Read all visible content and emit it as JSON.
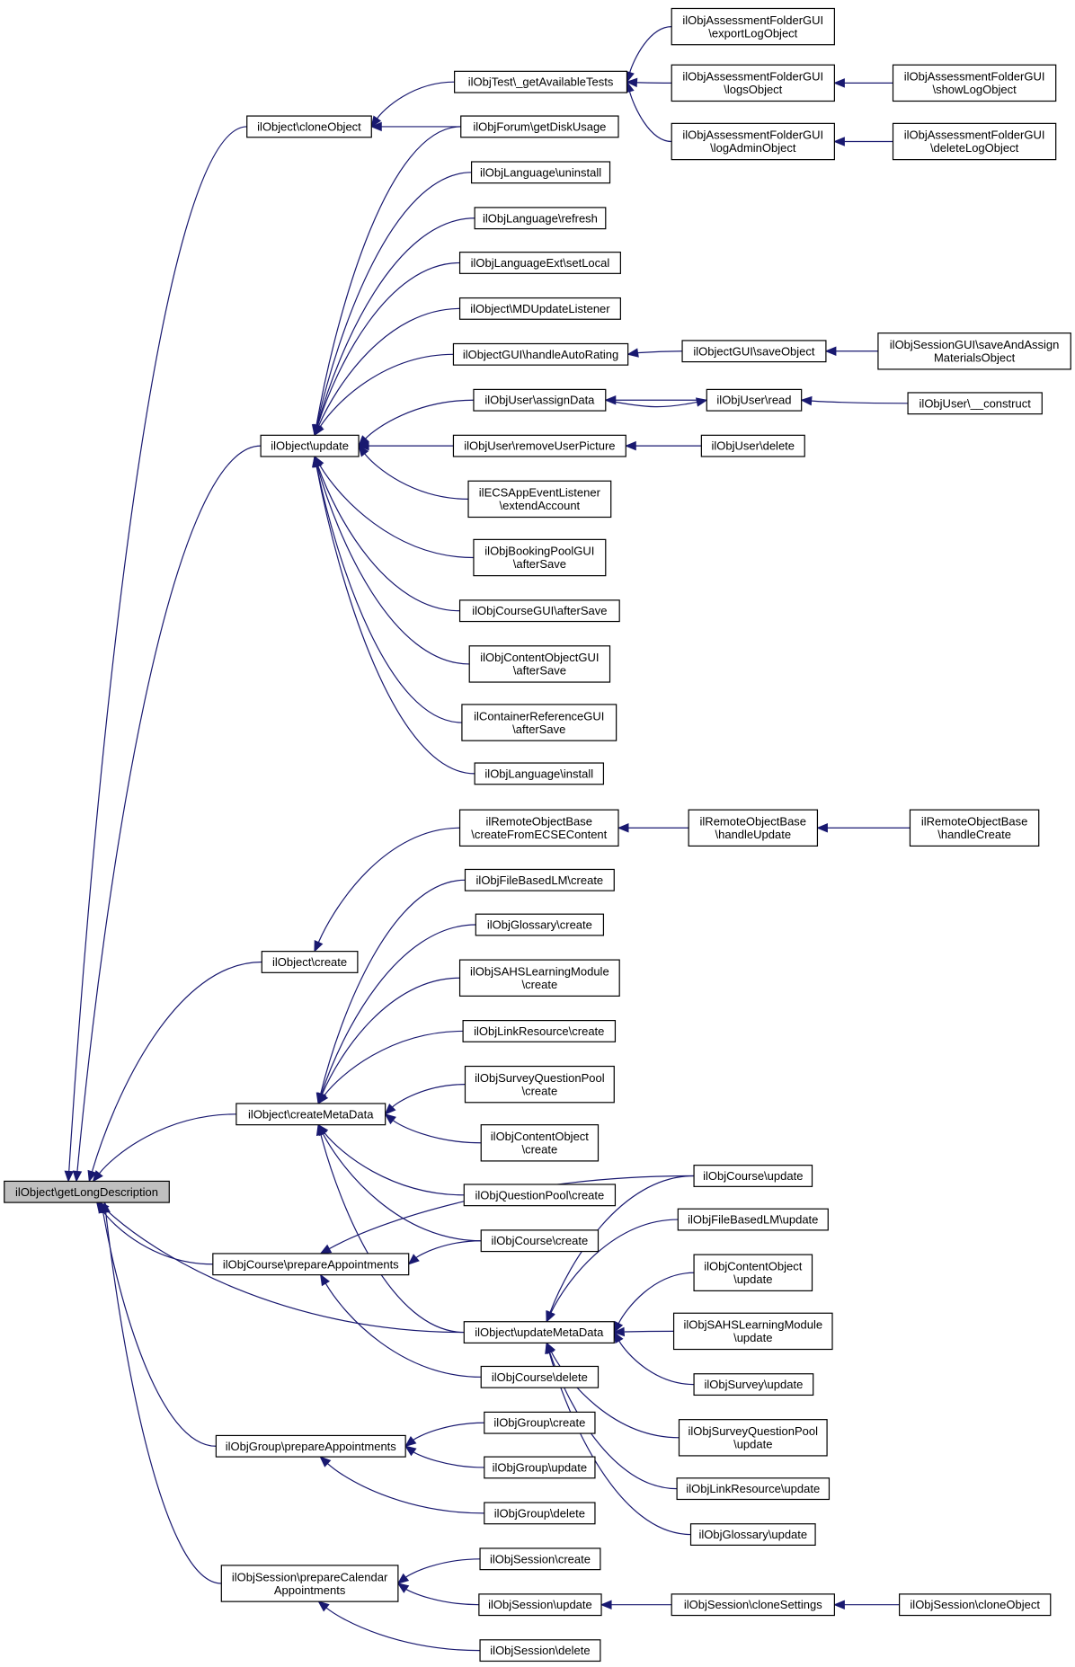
{
  "diagram": {
    "type": "caller-graph",
    "colors": {
      "edge": "#191970",
      "node_border": "#000000",
      "node_fill": "#ffffff",
      "root_fill": "#bfbfbf"
    },
    "nodes": {
      "root": [
        "ilObject\\getLongDescription"
      ],
      "cloneObject": [
        "ilObject\\cloneObject"
      ],
      "update": [
        "ilObject\\update"
      ],
      "create": [
        "ilObject\\create"
      ],
      "createMetaData": [
        "ilObject\\createMetaData"
      ],
      "crsPrepare": [
        "ilObjCourse\\prepareAppointments"
      ],
      "updateMetaData": [
        "ilObject\\updateMetaData"
      ],
      "grpPrepare": [
        "ilObjGroup\\prepareAppointments"
      ],
      "sessPrepare": [
        "ilObjSession\\prepareCalendar",
        "Appointments"
      ],
      "getAvailableTests": [
        "ilObjTest\\_getAvailableTests"
      ],
      "forumDisk": [
        "ilObjForum\\getDiskUsage"
      ],
      "langUninstall": [
        "ilObjLanguage\\uninstall"
      ],
      "langRefresh": [
        "ilObjLanguage\\refresh"
      ],
      "langExtSetLocal": [
        "ilObjLanguageExt\\setLocal"
      ],
      "mdUpdateListener": [
        "ilObject\\MDUpdateListener"
      ],
      "handleAutoRating": [
        "ilObjectGUI\\handleAutoRating"
      ],
      "userAssignData": [
        "ilObjUser\\assignData"
      ],
      "userRemovePicture": [
        "ilObjUser\\removeUserPicture"
      ],
      "ecsExtend": [
        "ilECSAppEventListener",
        "\\extendAccount"
      ],
      "bookingAfterSave": [
        "ilObjBookingPoolGUI",
        "\\afterSave"
      ],
      "courseGUIAfterSave": [
        "ilObjCourseGUI\\afterSave"
      ],
      "contentGUIAfterSave": [
        "ilObjContentObjectGUI",
        "\\afterSave"
      ],
      "containerRefAfterSave": [
        "ilContainerReferenceGUI",
        "\\afterSave"
      ],
      "langInstall": [
        "ilObjLanguage\\install"
      ],
      "remoteCreateFromECS": [
        "ilRemoteObjectBase",
        "\\createFromECSEContent"
      ],
      "fileLMCreate": [
        "ilObjFileBasedLM\\create"
      ],
      "glossaryCreate": [
        "ilObjGlossary\\create"
      ],
      "sahsCreate": [
        "ilObjSAHSLearningModule",
        "\\create"
      ],
      "linkResCreate": [
        "ilObjLinkResource\\create"
      ],
      "surveyQPCreate": [
        "ilObjSurveyQuestionPool",
        "\\create"
      ],
      "contentObjCreate": [
        "ilObjContentObject",
        "\\create"
      ],
      "questionPoolCreate": [
        "ilObjQuestionPool\\create"
      ],
      "courseCreate": [
        "ilObjCourse\\create"
      ],
      "courseDelete": [
        "ilObjCourse\\delete"
      ],
      "groupCreate": [
        "ilObjGroup\\create"
      ],
      "groupUpdate": [
        "ilObjGroup\\update"
      ],
      "groupDelete": [
        "ilObjGroup\\delete"
      ],
      "sessionCreate": [
        "ilObjSession\\create"
      ],
      "sessionUpdate": [
        "ilObjSession\\update"
      ],
      "sessionDelete": [
        "ilObjSession\\delete"
      ],
      "afExportLog": [
        "ilObjAssessmentFolderGUI",
        "\\exportLogObject"
      ],
      "afLogs": [
        "ilObjAssessmentFolderGUI",
        "\\logsObject"
      ],
      "afLogAdmin": [
        "ilObjAssessmentFolderGUI",
        "\\logAdminObject"
      ],
      "objectGUISave": [
        "ilObjectGUI\\saveObject"
      ],
      "userRead": [
        "ilObjUser\\read"
      ],
      "userDelete": [
        "ilObjUser\\delete"
      ],
      "remoteHandleUpdate": [
        "ilRemoteObjectBase",
        "\\handleUpdate"
      ],
      "courseUpdate": [
        "ilObjCourse\\update"
      ],
      "fileLMUpdate": [
        "ilObjFileBasedLM\\update"
      ],
      "contentObjUpdate": [
        "ilObjContentObject",
        "\\update"
      ],
      "sahsUpdate": [
        "ilObjSAHSLearningModule",
        "\\update"
      ],
      "surveyUpdate": [
        "ilObjSurvey\\update"
      ],
      "surveyQPUpdate": [
        "ilObjSurveyQuestionPool",
        "\\update"
      ],
      "linkResUpdate": [
        "ilObjLinkResource\\update"
      ],
      "glossaryUpdate": [
        "ilObjGlossary\\update"
      ],
      "sessionCloneSettings": [
        "ilObjSession\\cloneSettings"
      ],
      "afShowLog": [
        "ilObjAssessmentFolderGUI",
        "\\showLogObject"
      ],
      "afDeleteLog": [
        "ilObjAssessmentFolderGUI",
        "\\deleteLogObject"
      ],
      "sessionGUISaveAssign": [
        "ilObjSessionGUI\\saveAndAssign",
        "MaterialsObject"
      ],
      "userConstruct": [
        "ilObjUser\\__construct"
      ],
      "remoteHandleCreate": [
        "ilRemoteObjectBase",
        "\\handleCreate"
      ],
      "sessionCloneObject": [
        "ilObjSession\\cloneObject"
      ]
    },
    "edges": [
      [
        "cloneObject",
        "root"
      ],
      [
        "update",
        "root"
      ],
      [
        "create",
        "root"
      ],
      [
        "createMetaData",
        "root"
      ],
      [
        "crsPrepare",
        "root"
      ],
      [
        "updateMetaData",
        "root"
      ],
      [
        "grpPrepare",
        "root"
      ],
      [
        "sessPrepare",
        "root"
      ],
      [
        "getAvailableTests",
        "cloneObject"
      ],
      [
        "forumDisk",
        "cloneObject"
      ],
      [
        "forumDisk",
        "update"
      ],
      [
        "langUninstall",
        "update"
      ],
      [
        "langRefresh",
        "update"
      ],
      [
        "langExtSetLocal",
        "update"
      ],
      [
        "mdUpdateListener",
        "update"
      ],
      [
        "handleAutoRating",
        "update"
      ],
      [
        "userAssignData",
        "update"
      ],
      [
        "userRemovePicture",
        "update"
      ],
      [
        "ecsExtend",
        "update"
      ],
      [
        "bookingAfterSave",
        "update"
      ],
      [
        "courseGUIAfterSave",
        "update"
      ],
      [
        "contentGUIAfterSave",
        "update"
      ],
      [
        "containerRefAfterSave",
        "update"
      ],
      [
        "langInstall",
        "update"
      ],
      [
        "remoteCreateFromECS",
        "create"
      ],
      [
        "fileLMCreate",
        "createMetaData"
      ],
      [
        "glossaryCreate",
        "createMetaData"
      ],
      [
        "sahsCreate",
        "createMetaData"
      ],
      [
        "linkResCreate",
        "createMetaData"
      ],
      [
        "surveyQPCreate",
        "createMetaData"
      ],
      [
        "contentObjCreate",
        "createMetaData"
      ],
      [
        "questionPoolCreate",
        "createMetaData"
      ],
      [
        "courseCreate",
        "createMetaData"
      ],
      [
        "updateMetaData",
        "createMetaData"
      ],
      [
        "courseCreate",
        "crsPrepare"
      ],
      [
        "courseUpdate",
        "crsPrepare"
      ],
      [
        "courseDelete",
        "crsPrepare"
      ],
      [
        "courseUpdate",
        "updateMetaData"
      ],
      [
        "fileLMUpdate",
        "updateMetaData"
      ],
      [
        "contentObjUpdate",
        "updateMetaData"
      ],
      [
        "sahsUpdate",
        "updateMetaData"
      ],
      [
        "surveyUpdate",
        "updateMetaData"
      ],
      [
        "surveyQPUpdate",
        "updateMetaData"
      ],
      [
        "linkResUpdate",
        "updateMetaData"
      ],
      [
        "glossaryUpdate",
        "updateMetaData"
      ],
      [
        "groupCreate",
        "grpPrepare"
      ],
      [
        "groupUpdate",
        "grpPrepare"
      ],
      [
        "groupDelete",
        "grpPrepare"
      ],
      [
        "sessionCreate",
        "sessPrepare"
      ],
      [
        "sessionUpdate",
        "sessPrepare"
      ],
      [
        "sessionDelete",
        "sessPrepare"
      ],
      [
        "afExportLog",
        "getAvailableTests"
      ],
      [
        "afLogs",
        "getAvailableTests"
      ],
      [
        "afLogAdmin",
        "getAvailableTests"
      ],
      [
        "afShowLog",
        "afLogs"
      ],
      [
        "afDeleteLog",
        "afLogAdmin"
      ],
      [
        "objectGUISave",
        "handleAutoRating"
      ],
      [
        "sessionGUISaveAssign",
        "objectGUISave"
      ],
      [
        "userRead",
        "userAssignData"
      ],
      [
        "userAssignData",
        "userRead"
      ],
      [
        "userConstruct",
        "userRead"
      ],
      [
        "userDelete",
        "userRemovePicture"
      ],
      [
        "remoteHandleUpdate",
        "remoteCreateFromECS"
      ],
      [
        "remoteHandleCreate",
        "remoteHandleUpdate"
      ],
      [
        "sessionCloneSettings",
        "sessionUpdate"
      ],
      [
        "sessionCloneObject",
        "sessionCloneSettings"
      ]
    ]
  }
}
